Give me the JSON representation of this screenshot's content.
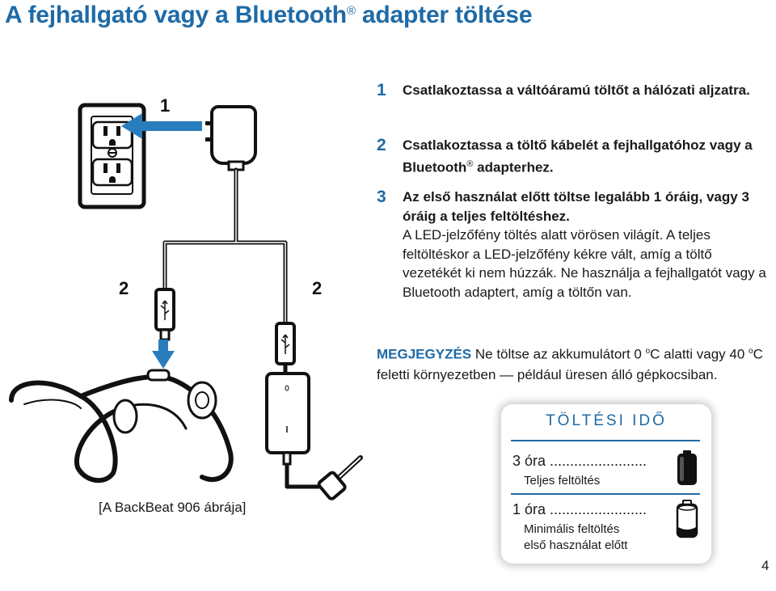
{
  "title": {
    "text": "A fejhallgató vagy a Bluetooth",
    "mark": "®",
    "suffix": " adapter töltése"
  },
  "steps": [
    {
      "number": "1",
      "text": "Csatlakoztassa a váltóáramú töltőt a hálózati aljzatra."
    },
    {
      "number": "2",
      "text_a": "Csatlakoztassa a töltő kábelét a fejhallgatóhoz vagy a Bluetooth",
      "mark": "®",
      "text_b": " adapterhez."
    },
    {
      "number": "3",
      "bold": "Az első használat előtt töltse legalább 1 óráig, vagy 3 óráig a teljes feltöltéshez.",
      "plain": "A LED-jelzőfény töltés alatt vörösen világít. A teljes feltöltéskor a LED-jelzőfény kékre vált, amíg a töltő vezetékét ki nem húzzák. Ne használja a fejhallgatót vagy a Bluetooth adaptert, amíg a töltőn van."
    }
  ],
  "note": {
    "label": "MEGJEGYZÉS",
    "text_a": " Ne töltse az akkumulátort 0 ",
    "deg1": "o",
    "text_b": "C alatti vagy 40 ",
    "deg2": "o",
    "text_c": "C feletti környezetben — például üresen álló gépkocsiban."
  },
  "diagram": {
    "label_1": "1",
    "label_2_left": "2",
    "label_2_right": "2"
  },
  "caption": "[A BackBeat 906 ábrája]",
  "charging_time": {
    "title": "TÖLTÉSI IDŐ",
    "rows": [
      {
        "head": "3 óra ........................",
        "sub": "Teljes feltöltés",
        "battery": "full-battery-icon"
      },
      {
        "head": "1 óra ........................",
        "sub": "Minimális feltöltés\nelső használat előtt",
        "sub_1": "Minimális feltöltés",
        "sub_2": "első használat előtt",
        "battery": "partial-battery-icon"
      }
    ]
  },
  "page_number": "4",
  "colors": {
    "accent": "#1e6aa6",
    "text": "#1a1a1a"
  }
}
